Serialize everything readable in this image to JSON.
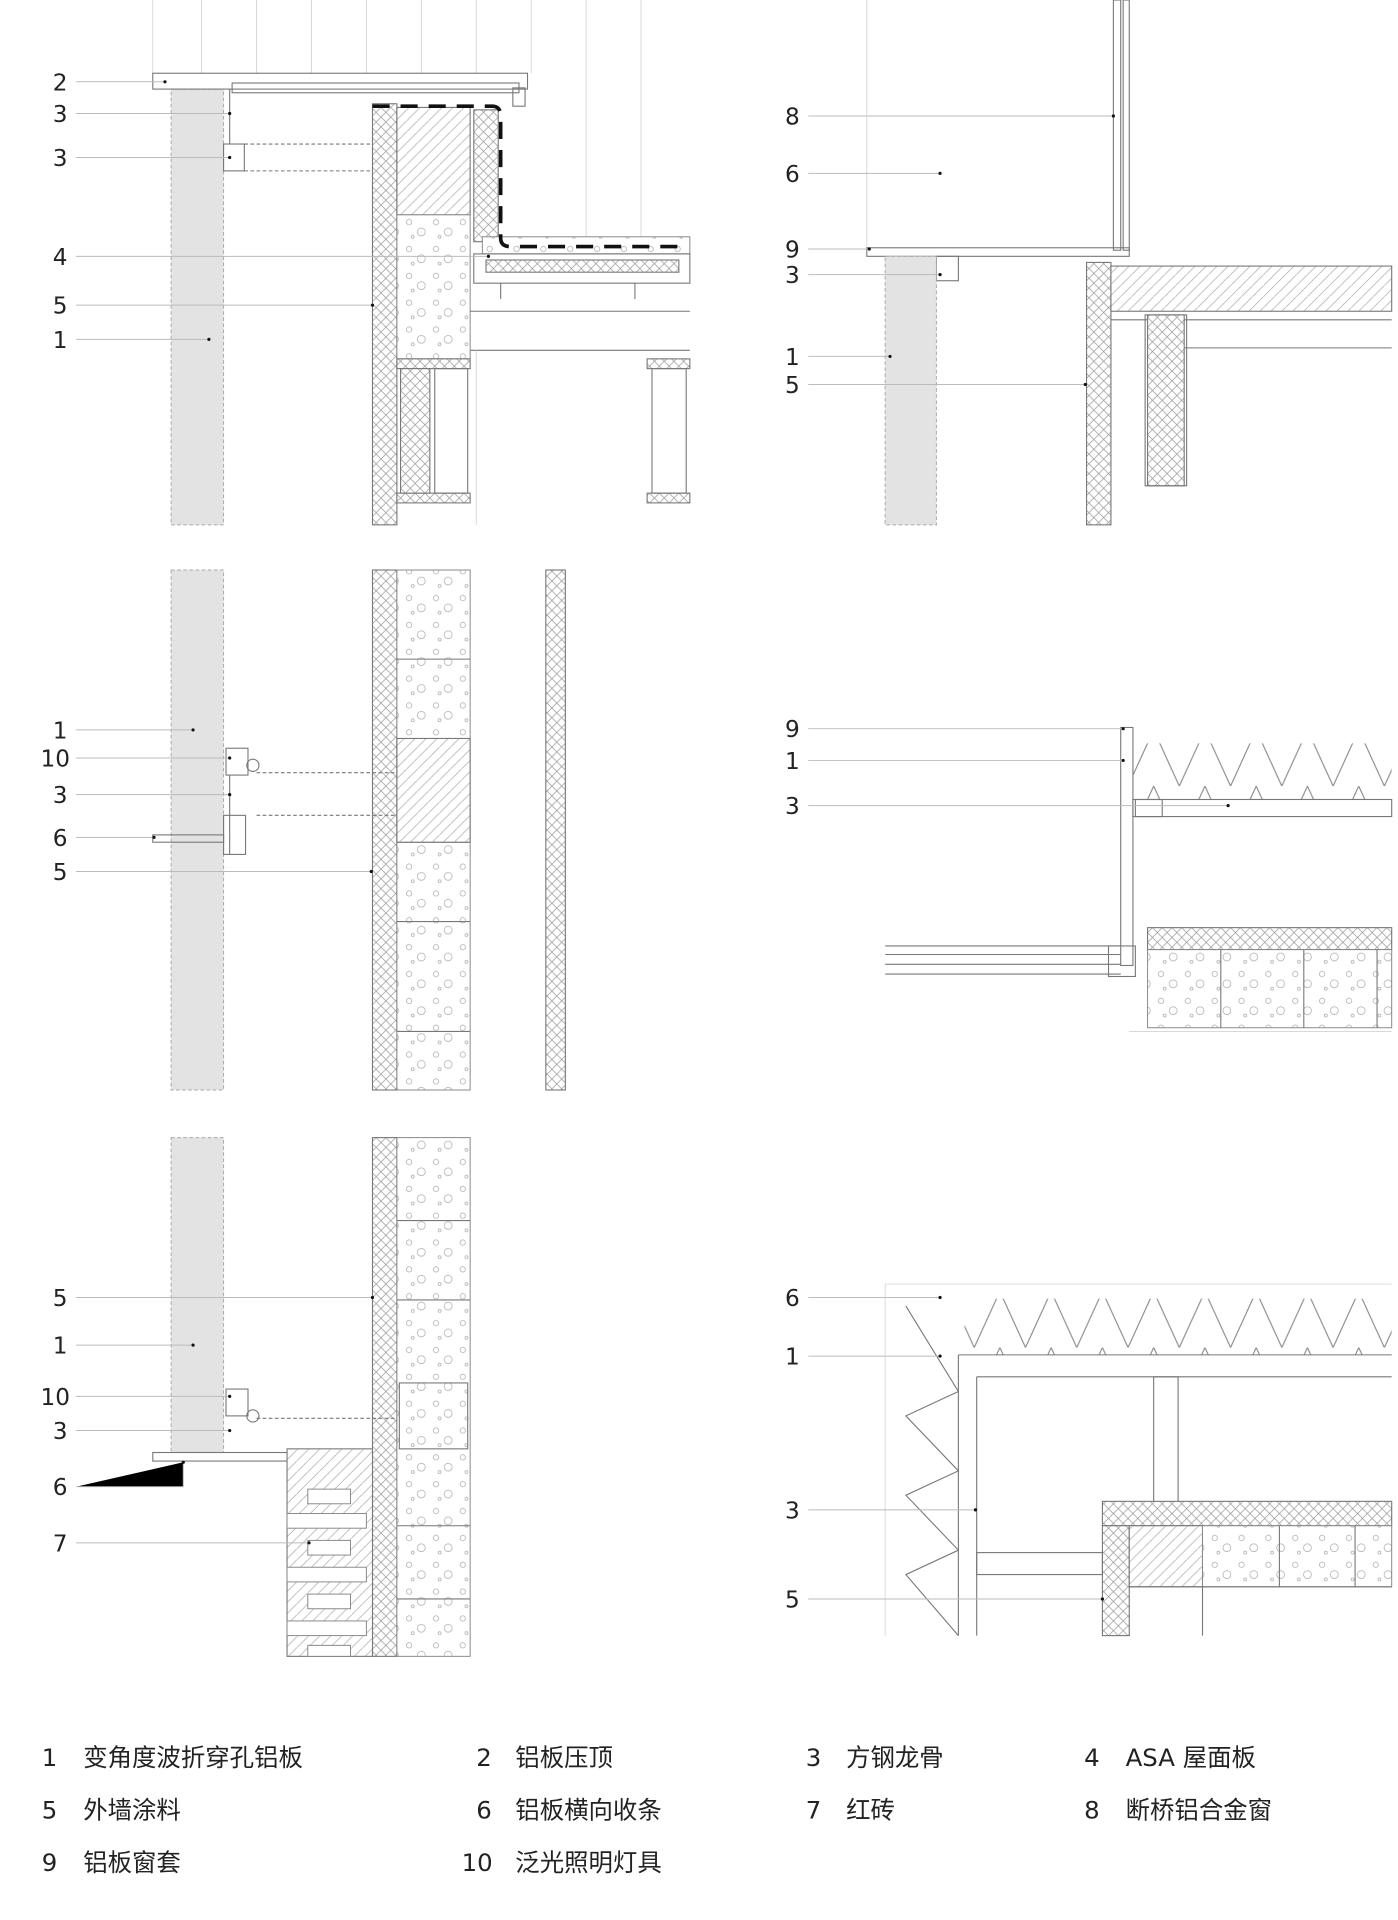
{
  "panels": {
    "top_left": [
      "2",
      "3",
      "3",
      "4",
      "5",
      "1"
    ],
    "top_right": [
      "8",
      "6",
      "9",
      "3",
      "1",
      "5"
    ],
    "mid_left": [
      "1",
      "10",
      "3",
      "6",
      "5"
    ],
    "mid_right": [
      "9",
      "1",
      "3"
    ],
    "bottom_left": [
      "5",
      "1",
      "10",
      "3",
      "6",
      "7"
    ],
    "bottom_right": [
      "6",
      "1",
      "3",
      "5"
    ]
  },
  "legend": [
    {
      "num": "1",
      "text": "变角度波折穿孔铝板"
    },
    {
      "num": "2",
      "text": "铝板压顶"
    },
    {
      "num": "3",
      "text": "方钢龙骨"
    },
    {
      "num": "4",
      "text": "ASA 屋面板"
    },
    {
      "num": "5",
      "text": "外墙涂料"
    },
    {
      "num": "6",
      "text": "铝板横向收条"
    },
    {
      "num": "7",
      "text": "红砖"
    },
    {
      "num": "8",
      "text": "断桥铝合金窗"
    },
    {
      "num": "9",
      "text": "铝板窗套"
    },
    {
      "num": "10",
      "text": "泛光照明灯具"
    }
  ]
}
